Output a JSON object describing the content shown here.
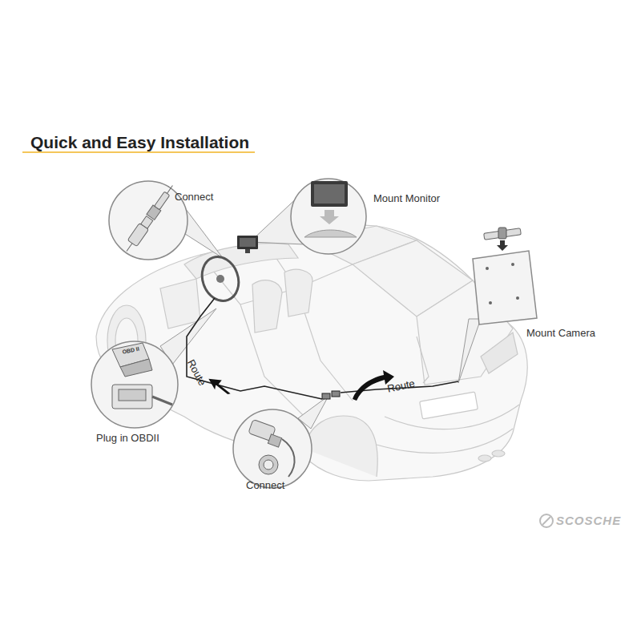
{
  "diagram": {
    "title": "Quick and Easy Installation",
    "nodes": [
      {
        "text": [
          "Connect"
        ]
      },
      {
        "text": [
          "Mount Monitor"
        ]
      },
      {
        "text": [
          "Mount Camera"
        ]
      },
      {
        "text": [
          "Plug in OBDII"
        ]
      },
      {
        "text": [
          "Connect"
        ]
      }
    ],
    "labels": [
      "OBD II",
      "Route",
      "Route",
      "SCOSCHE"
    ]
  }
}
